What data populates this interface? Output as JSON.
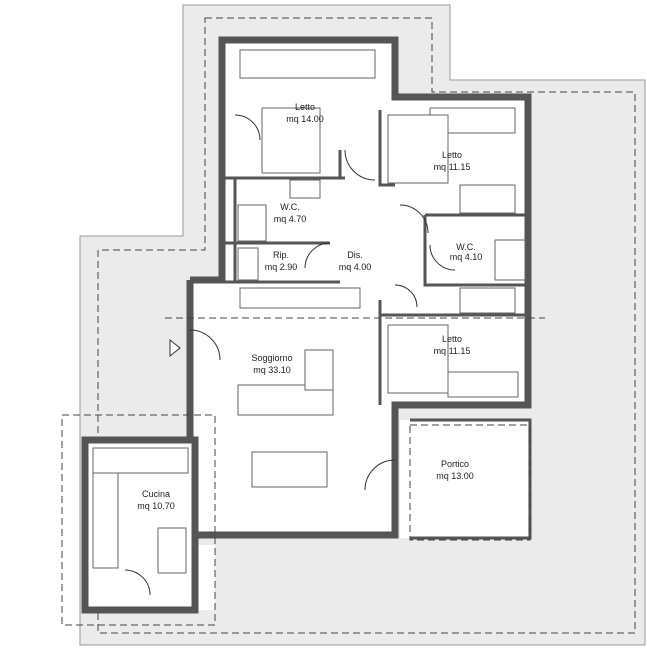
{
  "rooms": {
    "letto1": {
      "name": "Letto",
      "area": "mq 14.00"
    },
    "letto2": {
      "name": "Letto",
      "area": "mq 11.15"
    },
    "wc1": {
      "name": "W.C.",
      "area": "mq 4.70"
    },
    "rip": {
      "name": "Rip.",
      "area": "mq 2.90"
    },
    "dis": {
      "name": "Dis.",
      "area": "mq 4.00"
    },
    "wc2": {
      "name": "W.C.",
      "area": "mq 4.10"
    },
    "letto3": {
      "name": "Letto",
      "area": "mq 11.15"
    },
    "soggiorno": {
      "name": "Soggiorno",
      "area": "mq 33.10"
    },
    "portico": {
      "name": "Portico",
      "area": "mq 13.00"
    },
    "cucina": {
      "name": "Cucina",
      "area": "mq 10.70"
    }
  },
  "colors": {
    "terrace": "#ebebeb",
    "wall": "#555555"
  }
}
